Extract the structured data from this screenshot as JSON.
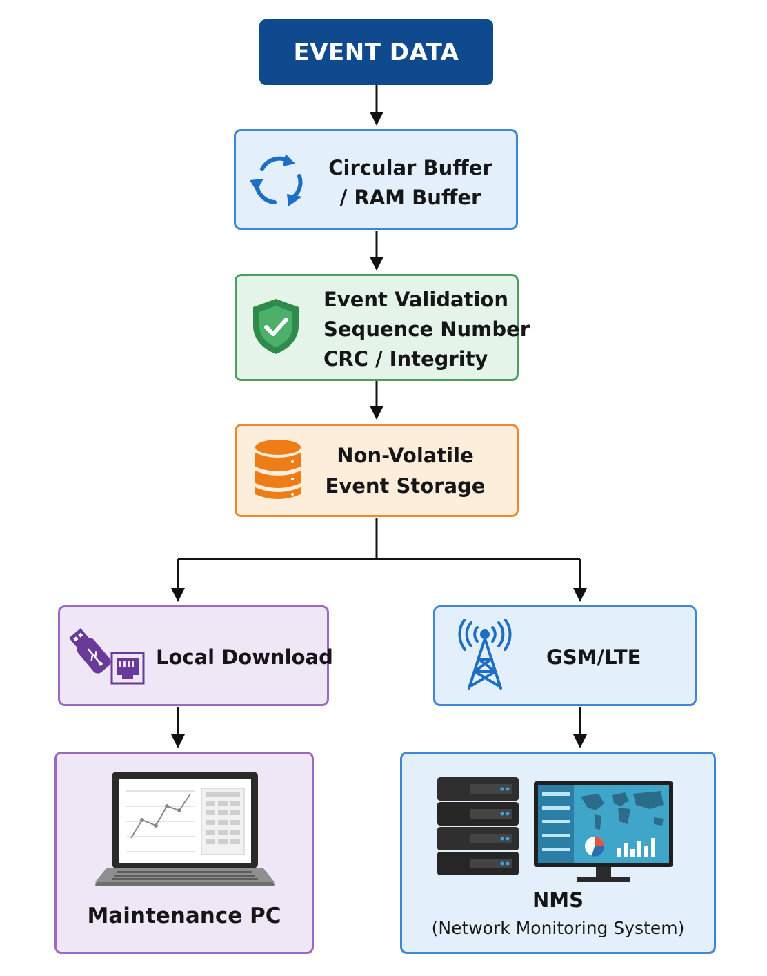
{
  "title": "EVENT DATA",
  "nodes": {
    "buffer": {
      "lines": [
        "Circular Buffer",
        "/ RAM Buffer"
      ],
      "icon": "circular-arrows-icon",
      "color": "#3f87d6"
    },
    "validation": {
      "lines": [
        "Event Validation",
        "Sequence Number",
        "CRC / Integrity"
      ],
      "icon": "shield-check-icon",
      "color": "#4b9e5f"
    },
    "storage": {
      "lines": [
        "Non-Volatile",
        "Event Storage"
      ],
      "icon": "database-icon",
      "color": "#ec8a2d"
    },
    "local_download": {
      "label": "Local Download",
      "icons": [
        "usb-drive-icon",
        "ethernet-port-icon"
      ],
      "color": "#9a69c1"
    },
    "gsm": {
      "label": "GSM/LTE",
      "icon": "cell-tower-icon",
      "color": "#3f87d6"
    },
    "maintenance_pc": {
      "label": "Maintenance PC",
      "icon": "laptop-icon"
    },
    "nms": {
      "label": "NMS",
      "sublabel": "(Network Monitoring System)",
      "icons": [
        "server-rack-icon",
        "monitor-dashboard-icon"
      ]
    }
  }
}
